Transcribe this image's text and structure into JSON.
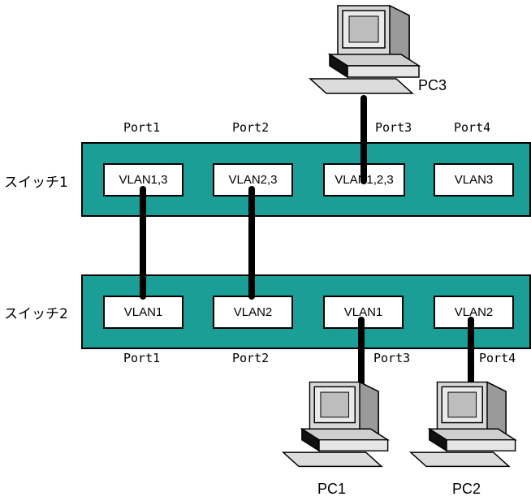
{
  "switches": [
    {
      "label": "スイッチ1",
      "ports": [
        "Port1",
        "Port2",
        "Port3",
        "Port4"
      ],
      "vlans": [
        "VLAN1,3",
        "VLAN2,3",
        "VLAN1,2,3",
        "VLAN3"
      ]
    },
    {
      "label": "スイッチ2",
      "ports": [
        "Port1",
        "Port2",
        "Port3",
        "Port4"
      ],
      "vlans": [
        "VLAN1",
        "VLAN2",
        "VLAN1",
        "VLAN2"
      ]
    }
  ],
  "pcs": [
    "PC3",
    "PC1",
    "PC2"
  ],
  "colors": {
    "switch": "#1a9e95",
    "cable": "#000000"
  },
  "icons": [
    "computer-icon"
  ]
}
